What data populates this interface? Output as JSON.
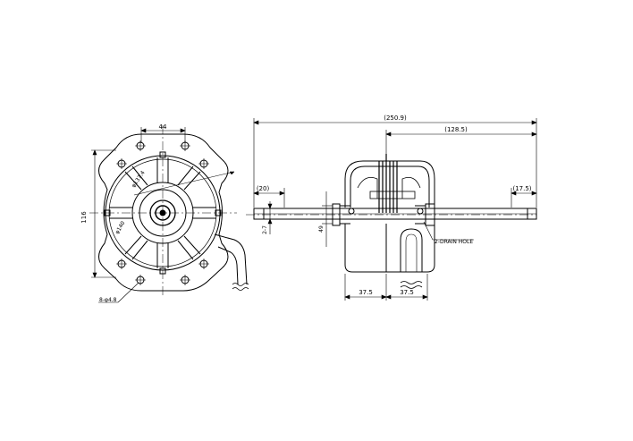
{
  "front_view": {
    "dims": {
      "width_top": "44",
      "height_left": "116",
      "hole_circle": "φ137.4",
      "body_dia": "φ140",
      "mount_holes": "8-φ4.8"
    }
  },
  "side_view": {
    "dims": {
      "overall_length": "(250.9)",
      "right_shaft_length": "(128.5)",
      "left_shaft_ext": "(20)",
      "right_shaft_ext": "(17.5)",
      "shaft_dia": "2-7",
      "body_dia": "49",
      "left_half": "37.5",
      "right_half": "37.5",
      "drain_note": "2-DRAIN HOLE"
    }
  }
}
